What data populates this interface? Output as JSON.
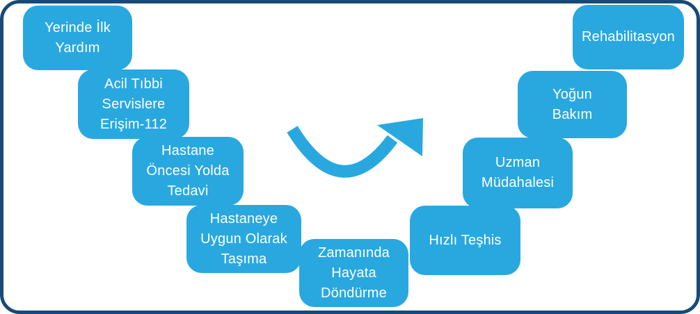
{
  "palette": {
    "stage_fill": "#29A8E0",
    "stage_text": "#FFFFFF",
    "frame_border": "#174A78",
    "background": "#FFFFFF",
    "arrow": "#29A8E0"
  },
  "diagram": {
    "stages": [
      {
        "label": "Yerinde İlk\nYardım"
      },
      {
        "label": "Acil Tıbbi\nServislere\nErişim-112"
      },
      {
        "label": "Hastane\nÖncesi Yolda\nTedavi"
      },
      {
        "label": "Hastaneye\nUygun Olarak\nTaşıma"
      },
      {
        "label": "Zamanında\nHayata\nDöndürme"
      },
      {
        "label": "Hızlı Teşhis"
      },
      {
        "label": "Uzman\nMüdahalesi"
      },
      {
        "label": "Yoğun\nBakım"
      },
      {
        "label": "Rehabilitasyon"
      }
    ],
    "arrow": {
      "type": "curved-swoosh",
      "direction": "up-right",
      "color": "#29A8E0"
    }
  }
}
